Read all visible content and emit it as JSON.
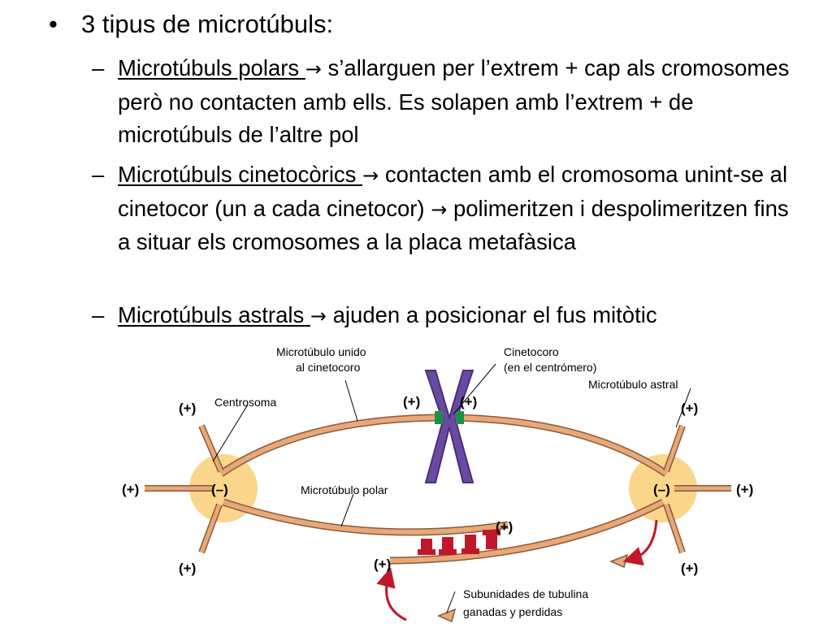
{
  "slide": {
    "bullet_marker": "•",
    "dash_marker": "–",
    "title": "3 tipus de microtúbuls:",
    "items": [
      {
        "term": "Microtúbuls polars ",
        "arrow": "→",
        "text": " s’allarguen per l’extrem + cap als cromosomes però no contacten amb ells. Es solapen amb l’extrem + de microtúbuls de l’altre pol"
      },
      {
        "term": "Microtúbuls cinetocòrics ",
        "arrow": "→",
        "text": " contacten amb el cromosoma unint-se al cinetocor (un a cada cinetocor) ",
        "arrow2": "→",
        "text2": " polimeritzen i despolimeritzen fins a situar els cromosomes a la  placa metafàsica"
      },
      {
        "term": "Microtúbuls astrals ",
        "arrow": "→",
        "text": " ajuden a posicionar el fus mitòtic"
      }
    ]
  },
  "figure": {
    "label_kinetochore_mt_1": "Microtúbulo unido",
    "label_kinetochore_mt_2": "al cinetocoro",
    "label_kinetochore_1": "Cinetocoro",
    "label_kinetochore_2": "(en el centrómero)",
    "label_astral": "Microtúbulo astral",
    "label_centrosome": "Centrosoma",
    "label_polar": "Microtúbulo polar",
    "label_subunits_1": "Subunidades de tubulina",
    "label_subunits_2": "ganadas y perdidas",
    "plus": "(+)",
    "minus": "(–)",
    "colors": {
      "centrosome": "#f9d68a",
      "microtubule": "#e8a877",
      "microtubule_stroke": "#8a5a3a",
      "chromosome": "#6a4aa0",
      "kinetochore": "#1f8f4a",
      "motor": "#c0182a",
      "arrow_red": "#c0182a"
    }
  }
}
